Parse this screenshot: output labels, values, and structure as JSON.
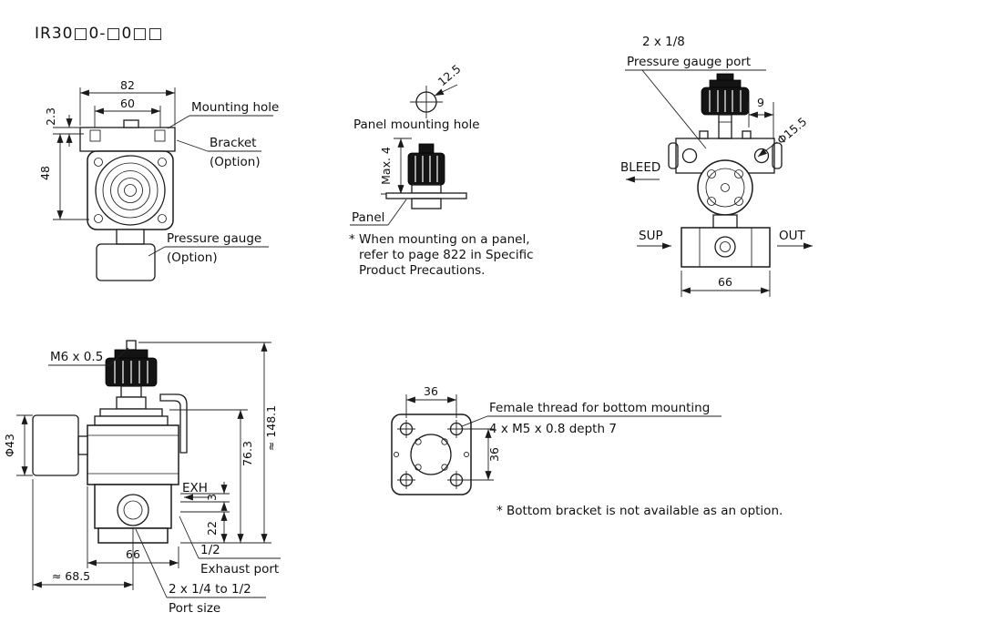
{
  "title": "IR30□0-□0□□",
  "front_view": {
    "dim_82": "82",
    "dim_60": "60",
    "dim_2_3": "2.3",
    "dim_48": "48",
    "mounting_hole_label": "Mounting hole",
    "bracket_label": "Bracket",
    "bracket_option": "(Option)",
    "pressure_gauge_label": "Pressure gauge",
    "pressure_gauge_option": "(Option)"
  },
  "panel_view": {
    "dia_12_5": "12.5",
    "title": "Panel mounting hole",
    "max_4": "Max. 4",
    "panel_label": "Panel",
    "note_line1": "* When mounting on a panel,",
    "note_line2": "refer to page 822 in Specific",
    "note_line3": "Product Precautions."
  },
  "top_view": {
    "gauge_port_qty": "2 x 1/8",
    "gauge_port_label": "Pressure gauge port",
    "dim_9": "9",
    "dia_15_5": "Φ15.5",
    "bleed_label": "BLEED",
    "sup_label": "SUP",
    "out_label": "OUT",
    "dim_66": "66"
  },
  "side_view": {
    "thread_label": "M6 x 0.5",
    "dia_43": "Φ43",
    "dim_148": "≈ 148.1",
    "dim_76_3": "76.3",
    "dim_3": "3",
    "dim_22": "22",
    "exh_label": "EXH",
    "dim_66": "66",
    "dim_68_5": "≈ 68.5",
    "exhaust_size": "1/2",
    "exhaust_label": "Exhaust port",
    "port_size_value": "2 x 1/4 to 1/2",
    "port_size_label": "Port size"
  },
  "bottom_view": {
    "dim_36_h": "36",
    "dim_36_v": "36",
    "thread_title": "Female thread for bottom mounting",
    "thread_spec": "4 x M5 x 0.8 depth 7",
    "note": "* Bottom bracket is not available as an option."
  }
}
